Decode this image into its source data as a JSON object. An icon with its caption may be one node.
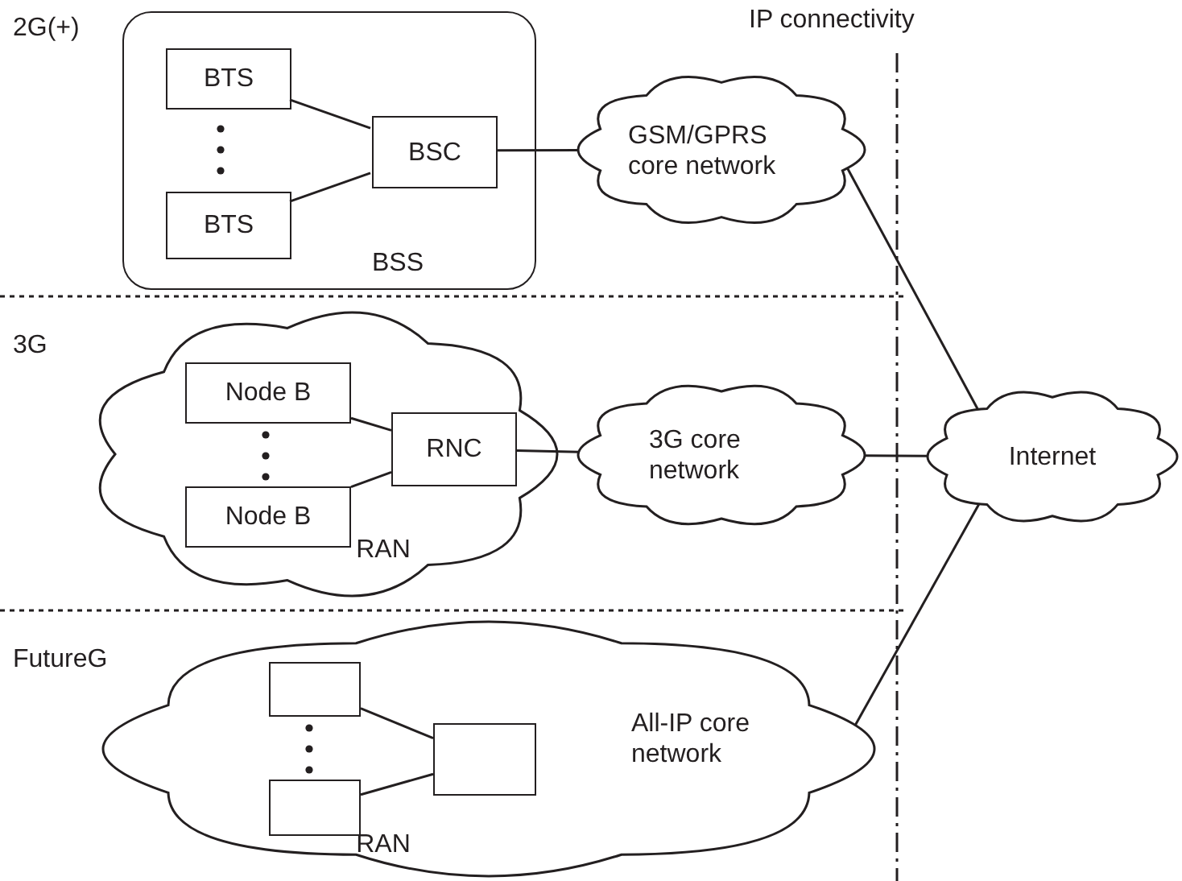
{
  "diagram": {
    "nodes": [
      {
        "text": [
          "BSS"
        ]
      },
      {
        "text": [
          "BTS"
        ],
        "in": 0
      },
      {
        "text": [
          "BSC"
        ],
        "in": 0
      },
      {
        "text": [
          "BTS"
        ],
        "in": 0
      },
      {
        "text": [
          "GSM/GPRS core network"
        ]
      },
      {
        "text": [
          "RAN"
        ]
      },
      {
        "text": [
          "Node B"
        ],
        "in": 5
      },
      {
        "text": [
          "RNC"
        ],
        "in": 5
      },
      {
        "text": [
          "Node B"
        ],
        "in": 5
      },
      {
        "text": [
          "3G core network"
        ]
      },
      {
        "text": [
          "Internet"
        ]
      },
      {
        "text": [
          "All-IP core network",
          "RAN"
        ]
      },
      {
        "text": [],
        "shape": "box",
        "in": 11
      },
      {
        "text": [],
        "shape": "box",
        "in": 11
      },
      {
        "text": [],
        "shape": "box",
        "in": 11
      }
    ],
    "edges": [
      {
        "from": 1,
        "to": 2,
        "arrow": "none"
      },
      {
        "from": 3,
        "to": 2,
        "arrow": "none"
      },
      {
        "from": 2,
        "to": 4,
        "arrow": "none"
      },
      {
        "from": 6,
        "to": 7,
        "arrow": "none"
      },
      {
        "from": 8,
        "to": 7,
        "arrow": "none"
      },
      {
        "from": 7,
        "to": 9,
        "arrow": "none"
      },
      {
        "from": 12,
        "to": 13,
        "arrow": "none"
      },
      {
        "from": 14,
        "to": 13,
        "arrow": "none"
      },
      {
        "from": 4,
        "to": 10,
        "arrow": "none"
      },
      {
        "from": 9,
        "to": 10,
        "arrow": "none"
      },
      {
        "from": 11,
        "to": 10,
        "arrow": "none"
      }
    ],
    "labels": [
      "2G(+)",
      "IP connectivity",
      "3G",
      "FutureG"
    ]
  }
}
